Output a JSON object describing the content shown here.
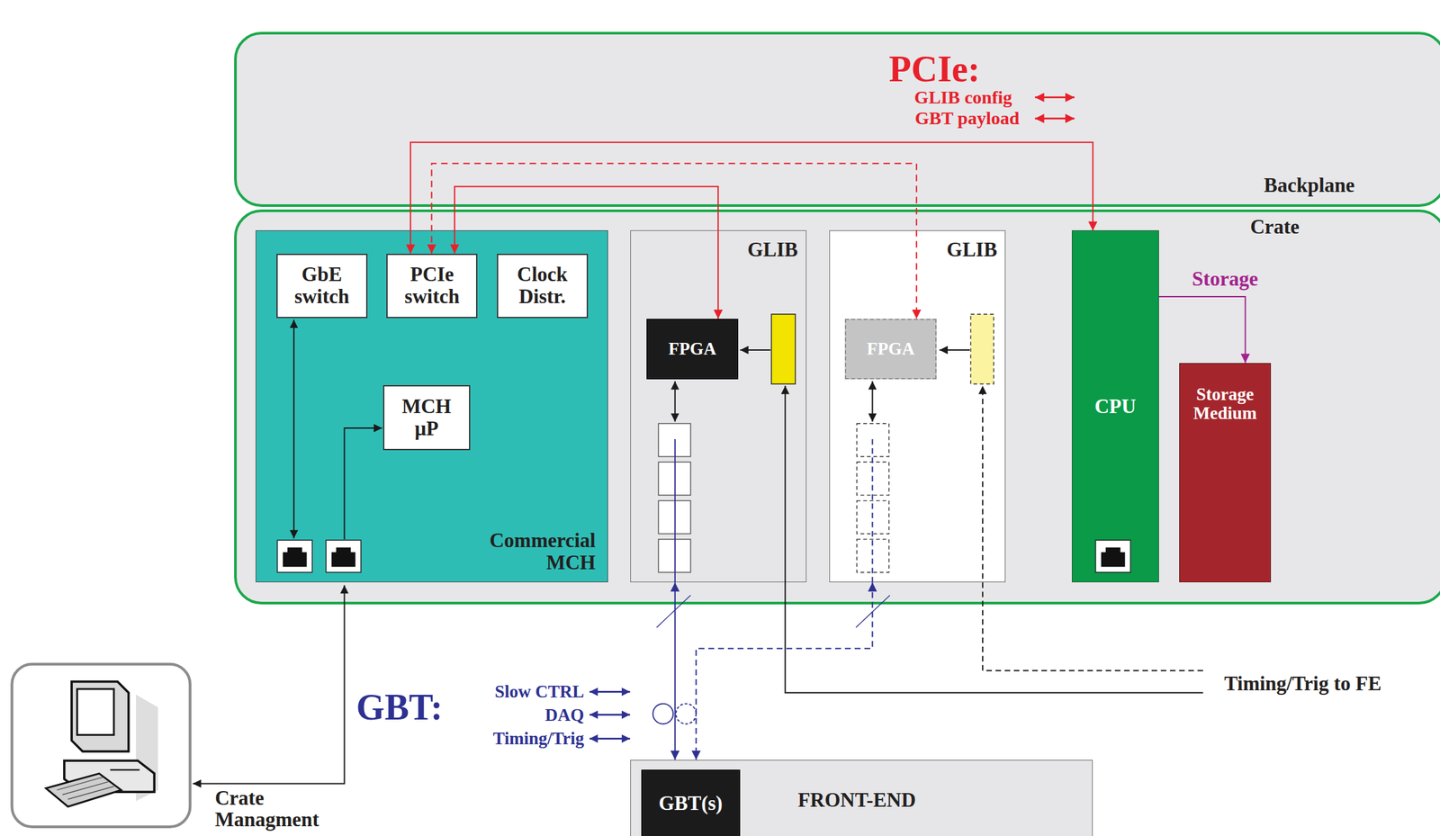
{
  "diagram": {
    "nodes": [
      {
        "text": [
          "Backplane"
        ]
      },
      {
        "text": [
          "Crate"
        ]
      },
      {
        "text": [
          "Commercial MCH"
        ],
        "in": 1
      },
      {
        "text": [
          "GbE switch"
        ],
        "in": 2
      },
      {
        "text": [
          "PCIe switch"
        ],
        "in": 2
      },
      {
        "text": [
          "Clock Distr."
        ],
        "in": 2
      },
      {
        "text": [
          "MCH µP"
        ],
        "in": 2
      },
      {
        "text": [
          "GLIB"
        ],
        "in": 1
      },
      {
        "text": [
          "FPGA"
        ],
        "in": 7
      },
      {
        "text": [
          "GLIB"
        ],
        "in": 1
      },
      {
        "text": [
          "FPGA"
        ],
        "in": 9
      },
      {
        "text": [
          "CPU"
        ],
        "in": 1
      },
      {
        "text": [
          "Storage Medium"
        ],
        "in": 1
      },
      {
        "text": [
          "FRONT-END"
        ]
      },
      {
        "text": [
          "GBT(s)"
        ],
        "in": 13
      }
    ],
    "edges": [
      {
        "from": 11,
        "to": 4,
        "arrow": "both"
      },
      {
        "from": 4,
        "to": 8,
        "arrow": "both"
      },
      {
        "from": 4,
        "to": 10,
        "arrow": "both"
      },
      {
        "from": 7,
        "to": 13,
        "arrow": "both"
      },
      {
        "from": 9,
        "to": 13,
        "arrow": "both"
      },
      {
        "from": 11,
        "to": 12,
        "label": "Storage",
        "arrow": "to"
      }
    ],
    "labels": [
      "PCIe:",
      "GLIB config",
      "GBT payload",
      "GBT:",
      "Slow CTRL",
      "DAQ",
      "Timing/Trig",
      "Timing/Trig to FE",
      "Crate Managment"
    ]
  }
}
